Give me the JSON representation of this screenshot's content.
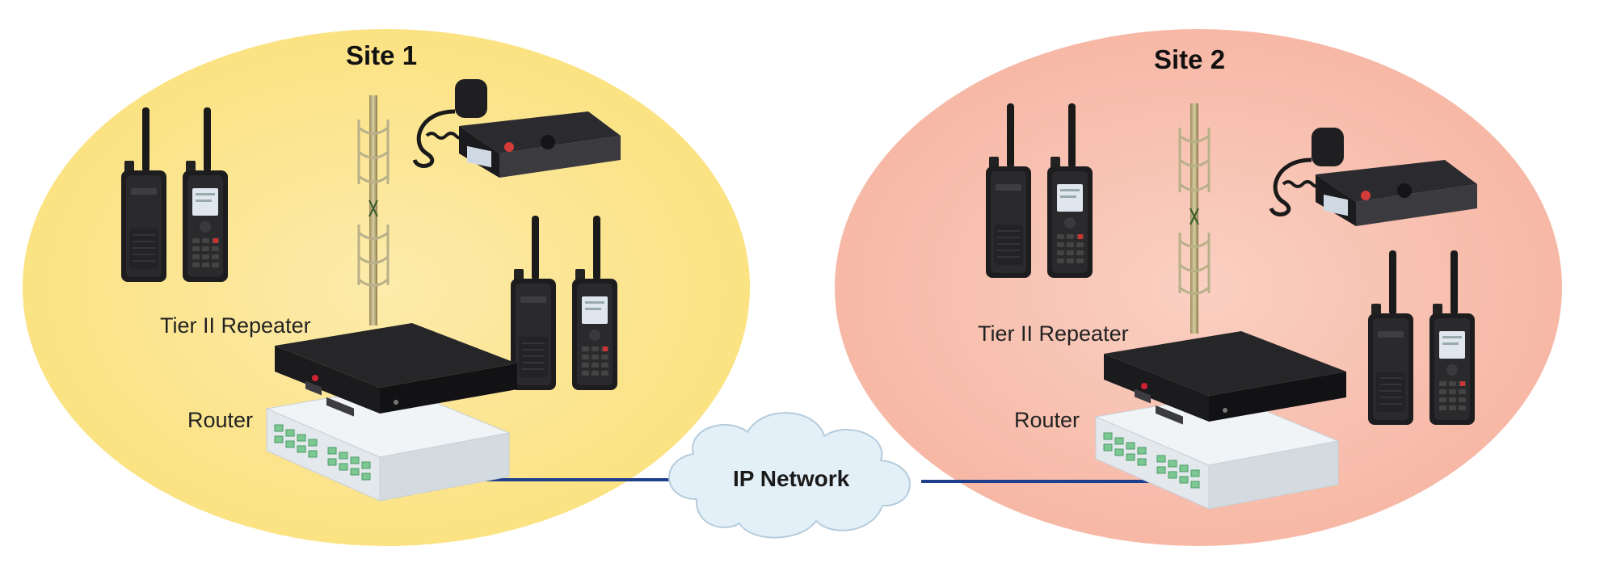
{
  "sites": [
    {
      "title": "Site 1",
      "repeater_label": "Tier II Repeater",
      "router_label": "Router"
    },
    {
      "title": "Site 2",
      "repeater_label": "Tier II Repeater",
      "router_label": "Router"
    }
  ],
  "network": {
    "label": "IP Network"
  },
  "colors": {
    "site1_fill": "#fbe58c",
    "site2_fill": "#f8bfae",
    "cloud_fill": "#e4f0f8",
    "link_line": "#1f3f8c",
    "device_dark": "#1d1d1f",
    "router_body": "#e9eef1",
    "port_green": "#76c98e"
  },
  "icons": [
    "portable-radio-icon",
    "mobile-radio-icon",
    "antenna-icon",
    "repeater-icon",
    "router-icon",
    "cloud-icon"
  ]
}
